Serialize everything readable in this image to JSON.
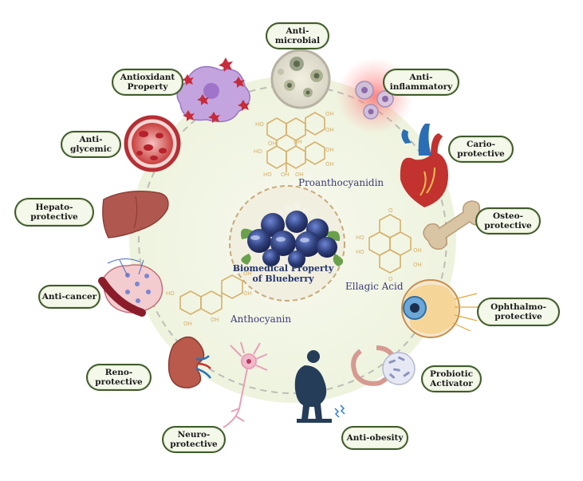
{
  "center": {
    "title": "Biomedical Property\nof Blueberry"
  },
  "compounds": {
    "proanthocyanidin": "Proanthocyanidin",
    "ellagic": "Ellagic Acid",
    "anthocyanin": "Anthocyanin"
  },
  "properties": {
    "antimicrobial": "Anti-\nmicrobial",
    "antiinflammatory": "Anti-\ninflammatory",
    "antioxidant": "Antioxidant\nProperty",
    "cardio": "Cario-\nprotective",
    "antiglycemic": "Anti-\nglycemic",
    "osteo": "Osteo-\nprotective",
    "hepato": "Hepato-\nprotective",
    "anticancer": "Anti-cancer",
    "ophthalmo": "Ophthalmo-\nprotective",
    "reno": "Reno-\nprotective",
    "probiotic": "Probiotic\nActivator",
    "neuro": "Neuro-\nprotective",
    "antiobesity": "Anti-obesity"
  },
  "colors": {
    "pill_border": "#3f5a2a",
    "pill_fill": "#f4f8ea",
    "halo": "#f3f6e6",
    "molecule": "#d6b06a",
    "blueberry": "#2f3f7a",
    "label_text": "#3d3a78"
  }
}
